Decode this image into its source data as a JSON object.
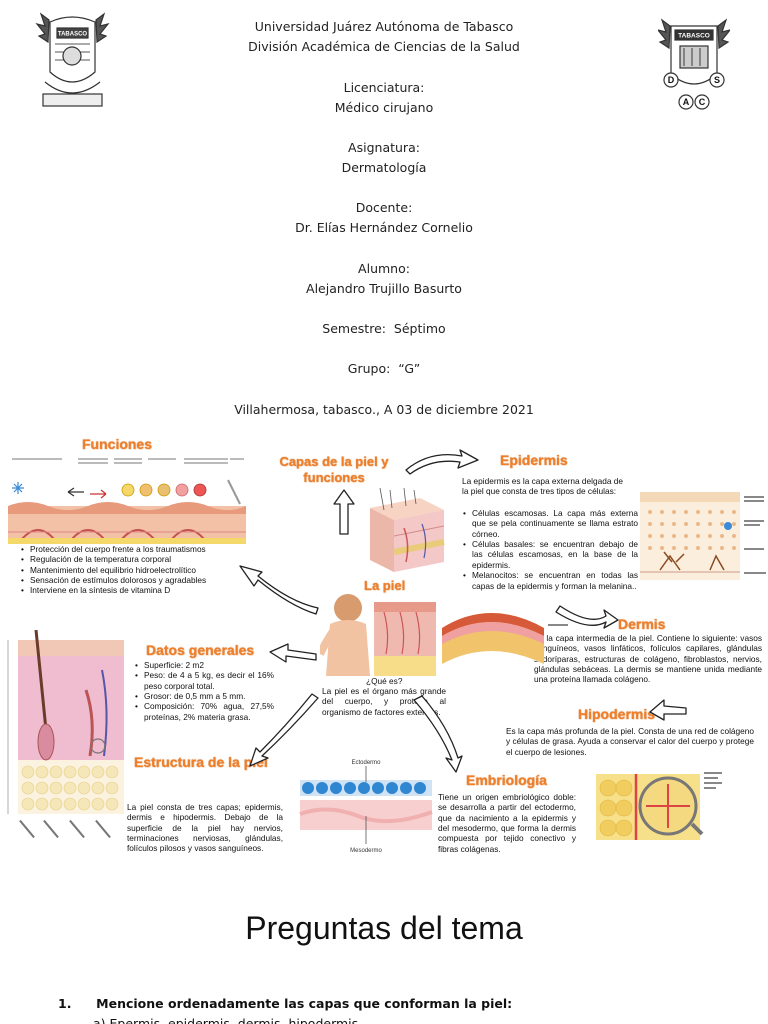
{
  "cover": {
    "lines": [
      "Universidad Juárez Autónoma de Tabasco",
      "División Académica de Ciencias de la Salud",
      "Licenciatura:",
      "Médico cirujano",
      "Asignatura:",
      "Dermatología",
      "Docente:",
      "Dr. Elías Hernández Cornelio",
      "Alumno:",
      "Alejandro Trujillo Basurto",
      "Semestre:  Séptimo",
      "Grupo:  “G”",
      "Villahermosa, tabasco., A 03 de diciembre 2021"
    ],
    "logo_left": {
      "text": "TABASCO"
    },
    "logo_right": {
      "text": "TABASCO",
      "letters": [
        "D",
        "A",
        "C",
        "S"
      ]
    }
  },
  "mindmap": {
    "center_title": "La piel",
    "center_question": "¿Qué es?",
    "center_text": "La piel es el órgano más grande del cuerpo, y protege al organismo de factores externos.",
    "capas": {
      "title": "Capas de la piel y funciones"
    },
    "funciones": {
      "title": "Funciones",
      "items": [
        "Protección del cuerpo frente a los traumatismos",
        "Regulación de la temperatura corporal",
        "Mantenimiento del equilibrio hidroelectrolítico",
        "Sensación de estímulos dolorosos y agradables",
        "Interviene en la síntesis de vitamina D"
      ]
    },
    "epidermis": {
      "title": "Epidermis",
      "intro": "La epidermis es la capa externa delgada de la piel que consta de tres tipos de células:",
      "items": [
        "Células escamosas. La capa más externa que se pela continuamente se llama estrato córneo.",
        "Células basales: se encuentran debajo de las células escamosas, en la base de la epidermis.",
        "Melanocitos: se encuentran en todas las capas de la epidermis y forman la melanina.."
      ]
    },
    "dermis": {
      "title": "Dermis",
      "text": "Es la capa intermedia de la piel. Contiene lo siguiente: vasos sanguíneos, vasos linfáticos, folículos capilares, glándulas sudoríparas, estructuras de colágeno, fibroblastos, nervios, glándulas sebáceas. La dermis se mantiene unida mediante una proteína llamada colágeno."
    },
    "hipodermis": {
      "title": "Hipodermis",
      "text": "Es la capa más profunda de la piel. Consta de una red de colágeno y células de grasa. Ayuda a conservar el calor del cuerpo y protege el cuerpo de lesiones."
    },
    "datos": {
      "title": "Datos generales",
      "items": [
        "Superficie: 2 m2",
        "Peso: de 4 a 5 kg, es decir el 16% peso corporal total.",
        "Grosor: de 0,5 mm a 5 mm.",
        "Composición: 70% agua, 27,5% proteínas, 2% materia grasa."
      ]
    },
    "estructura": {
      "title": "Estructura de la piel",
      "text": "La piel consta de tres capas; epidermis, dermis e hipodermis. Debajo de la superficie de la piel hay nervios, terminaciones nerviosas, glándulas, folículos pilosos y vasos sanguíneos."
    },
    "embriologia": {
      "title": "Embriología",
      "text": "Tiene un origen embriológico doble: se desarrolla a partir del ectodermo, que da nacimiento a la epidermis y del mesodermo, que forma la dermis compuesta por tejido conectivo y fibras colágenas."
    },
    "embryo_labels": {
      "ectodermo": "Ectodermo",
      "mesodermo": "Mesodermo"
    },
    "colors": {
      "accent": "#f07f2a",
      "skin": "#f2b8a0",
      "dermis": "#e8a0b0",
      "fat": "#f5d86a"
    }
  },
  "questions": {
    "title": "Preguntas del tema",
    "item1_number": "1.",
    "item1": "Mencione ordenadamente las capas que conforman la piel:",
    "item1_sub": "a)   Epermis, epidermis, dermis, hipodermis."
  }
}
